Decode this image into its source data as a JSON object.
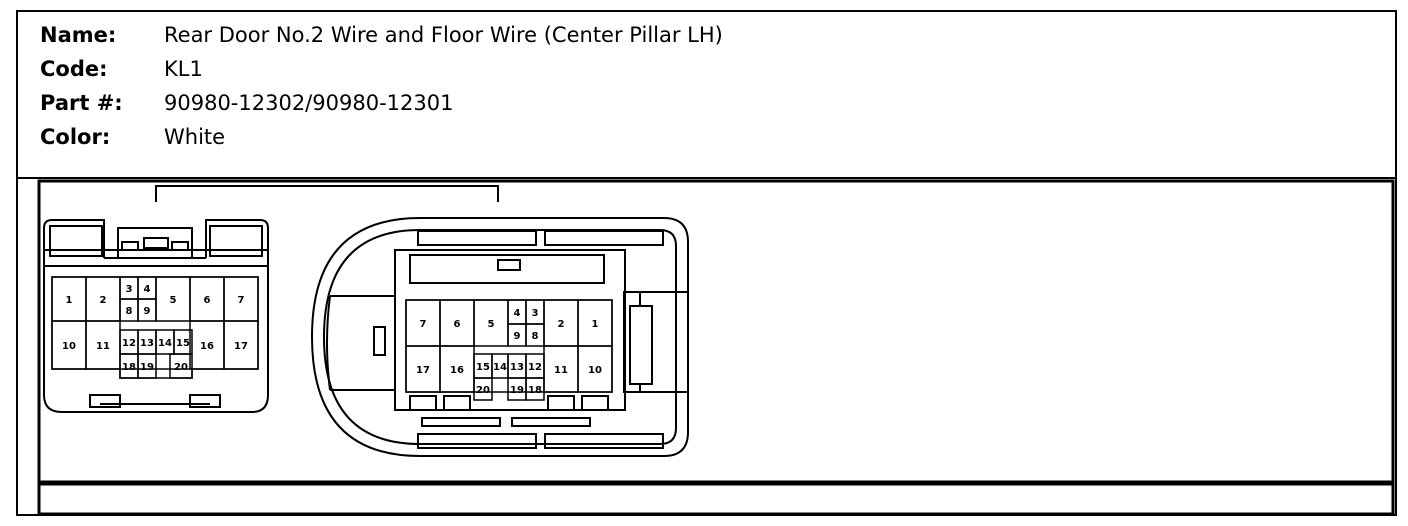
{
  "info": {
    "name_label": "Name:",
    "name_value": "Rear Door No.2 Wire and Floor Wire (Center Pillar LH)",
    "code_label": "Code:",
    "code_value": "KL1",
    "part_label": "Part #:",
    "part_value": "90980-12302/90980-12301",
    "color_label": "Color:",
    "color_value": "White"
  },
  "connector_left": {
    "pins": [
      "1",
      "2",
      "3",
      "4",
      "5",
      "6",
      "7",
      "8",
      "9",
      "10",
      "11",
      "12",
      "13",
      "14",
      "15",
      "16",
      "17",
      "18",
      "19",
      "20"
    ]
  },
  "connector_right": {
    "pins": [
      "7",
      "6",
      "5",
      "4",
      "3",
      "2",
      "1",
      "9",
      "8",
      "17",
      "16",
      "15",
      "14",
      "13",
      "12",
      "11",
      "10",
      "20",
      "19",
      "18"
    ]
  },
  "colors": {
    "line": "#000000",
    "background": "#ffffff"
  }
}
